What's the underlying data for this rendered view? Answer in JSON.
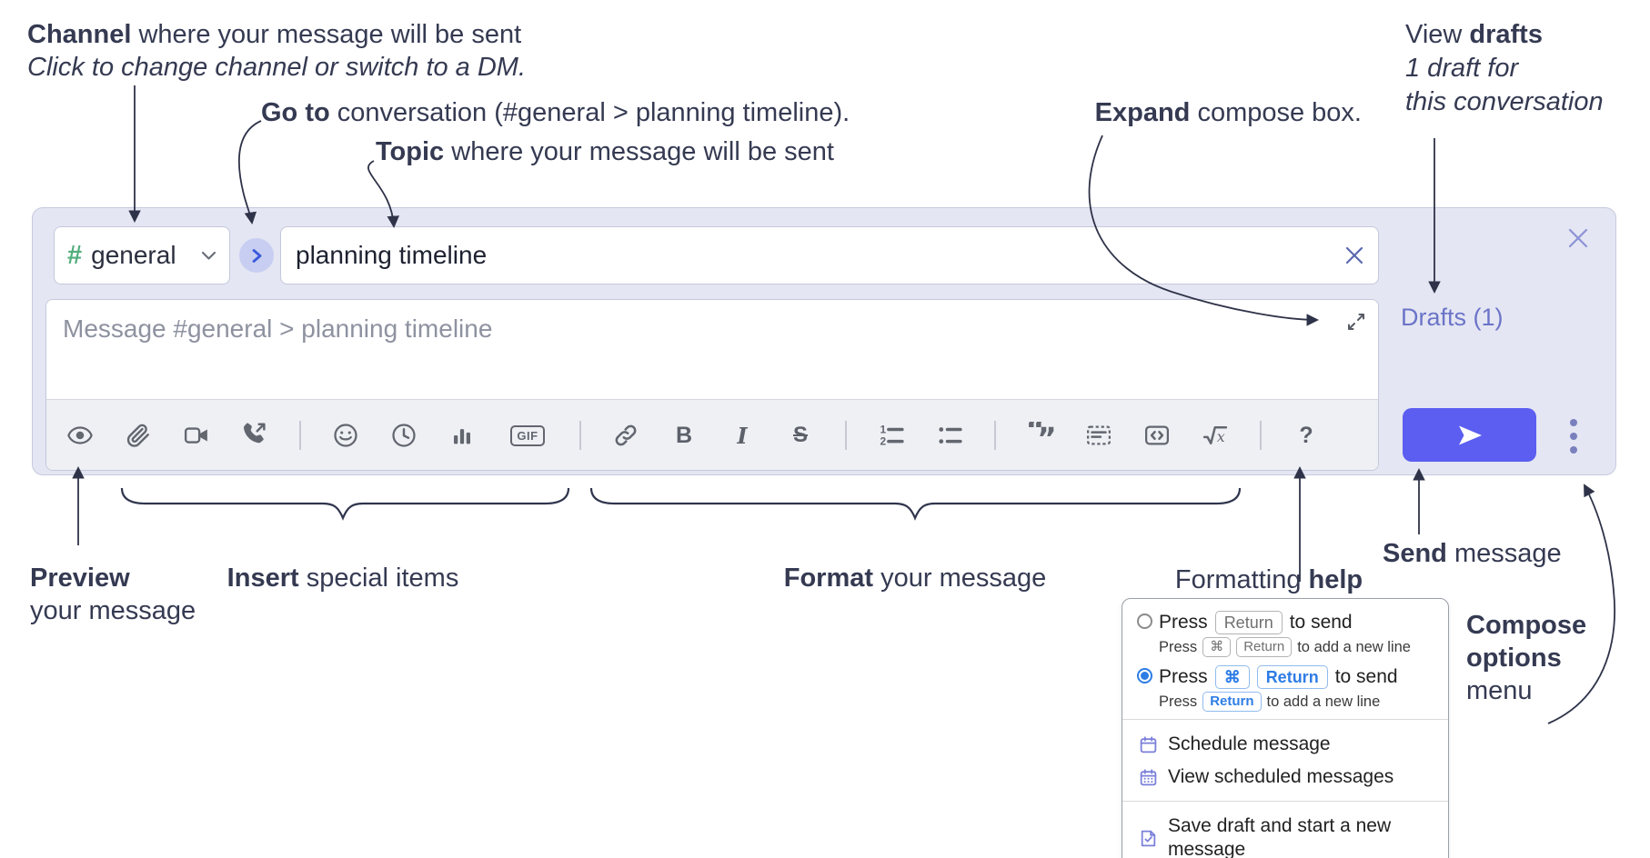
{
  "colors": {
    "accent_indigo": "#5b5ef0",
    "compose_lavender": "#e4e6f3",
    "toolbar_gray": "#eef0f4",
    "link_purple": "#6b74c8",
    "channel_hash_green": "#53ae7d",
    "annotation_ink": "#353a52",
    "key_blue": "#2e7de5",
    "menu_icon_purple": "#7b80da"
  },
  "ann": {
    "channel": {
      "b": "Channel",
      "r": " where your message will be sent",
      "i": "Click to change channel or switch to a DM."
    },
    "goto": {
      "b": "Go to",
      "r": " conversation (#general > planning timeline)."
    },
    "topic": {
      "b": "Topic",
      "r": " where your message will be sent"
    },
    "expand": {
      "b": "Expand",
      "r": " compose box."
    },
    "drafts": {
      "pre": "View ",
      "b": "drafts",
      "i1": "1 draft for",
      "i2": "this conversation"
    },
    "preview": {
      "b": "Preview",
      "l2": "your message"
    },
    "insert": {
      "b": "Insert",
      "r": " special items"
    },
    "format": {
      "b": "Format",
      "r": " your message"
    },
    "help": {
      "pre": "Formatting ",
      "b": "help"
    },
    "send": {
      "b": "Send",
      "r": " message"
    },
    "opts": {
      "b1": "Compose",
      "b2": "options",
      "l3": "menu"
    }
  },
  "compose": {
    "channel_hash": "#",
    "channel_name": "general",
    "topic_value": "planning timeline",
    "message_placeholder": "Message #general > planning timeline",
    "drafts_link": "Drafts (1)",
    "toolbar": {
      "gif_label": "GIF",
      "bold_label": "B",
      "italic_label": "I",
      "strike_label": "S",
      "math_x": "x",
      "help_label": "?"
    }
  },
  "popup": {
    "option1": {
      "press": "Press",
      "key1": "Return",
      "suffix": "to send",
      "sub_press": "Press",
      "sub_key1": "⌘",
      "sub_key2": "Return",
      "sub_suffix": "to add a new line"
    },
    "option2": {
      "press": "Press",
      "key1": "⌘",
      "key2": "Return",
      "suffix": "to send",
      "sub_press": "Press",
      "sub_key1": "Return",
      "sub_suffix": "to add a new line"
    },
    "items": [
      {
        "label": "Schedule message"
      },
      {
        "label": "View scheduled messages"
      },
      {
        "label": "Save draft and start a new message"
      }
    ]
  }
}
